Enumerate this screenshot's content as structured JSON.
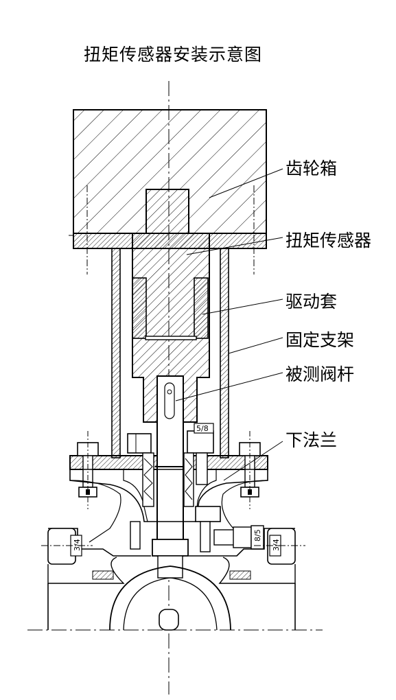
{
  "title": "扭矩传感器安装示意图",
  "labels": {
    "gearbox": "齿轮箱",
    "torque_sensor": "扭矩传感器",
    "drive_sleeve": "驱动套",
    "bracket": "固定支架",
    "valve_stem": "被测阀杆",
    "lower_flange": "下法兰"
  },
  "marks": {
    "m58": "5/8",
    "m34_left": "3/4",
    "m34_right": "3/4",
    "m85": "8/5"
  }
}
